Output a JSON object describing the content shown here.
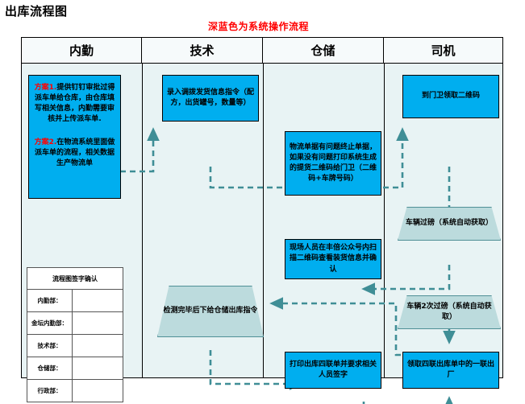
{
  "page": {
    "title": "出库流程图",
    "legend_note": "深蓝色为系统操作流程",
    "accent_blue": "#00aeef",
    "accent_teal": "#3f8e96",
    "note_red": "#ff0000"
  },
  "lanes": [
    {
      "label": "内勤"
    },
    {
      "label": "技术"
    },
    {
      "label": "仓储"
    },
    {
      "label": "司机"
    }
  ],
  "nodes": {
    "neiqin_scheme1_tag": "方案1.",
    "neiqin_scheme1_text": "提供钉钉审批过得派车单给仓库，由仓库填写相关信息，内勤需要审核并上传派车单.",
    "neiqin_scheme2_tag": "方案2.",
    "neiqin_scheme2_text": "在物流系统里面做派车单的流程，相关数据生产物流单",
    "jishu_input": "录入调拨发货信息指令（配方，出货罐号，数量等）",
    "jishu_check": "检测完毕后下给仓储出库指令",
    "cangchu_doc": "物流单据有问题终止单据，如果没有问题打印系统生成的提货二维码给门卫（二维码+车牌号码）",
    "cangchu_scan": "现场人员在丰倍公众号内扫描二维码查看装货信息并确认",
    "cangchu_print": "打印出库四联单并要求相关人员签字",
    "siji_qrcode": "到门卫领取二维码",
    "siji_weigh1": "车辆过磅（系统自动获取）",
    "siji_weigh2": "车辆2次过磅（系统自动获取）",
    "siji_receipt": "领取四联出库单中的一联出厂"
  },
  "sign_table": {
    "header": "流程图签字确认",
    "rows": [
      {
        "label": "内勤部：",
        "value": ""
      },
      {
        "label": "金坛内勤部：",
        "value": ""
      },
      {
        "label": "技术部：",
        "value": ""
      },
      {
        "label": "仓储部：",
        "value": ""
      },
      {
        "label": "行政部：",
        "value": ""
      }
    ]
  }
}
